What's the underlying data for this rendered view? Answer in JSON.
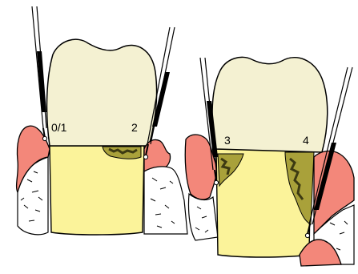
{
  "colors": {
    "crown": "#f4f1d2",
    "root": "#fbf39a",
    "gum": "#f3877a",
    "calculus": "#a9a13a",
    "calculus_dark": "#3d3a12",
    "bone": "#ffffff",
    "line": "#000000"
  },
  "labels": {
    "tooth1_left": "0/1",
    "tooth1_right": "2",
    "tooth2_left": "3",
    "tooth2_right": "4"
  }
}
